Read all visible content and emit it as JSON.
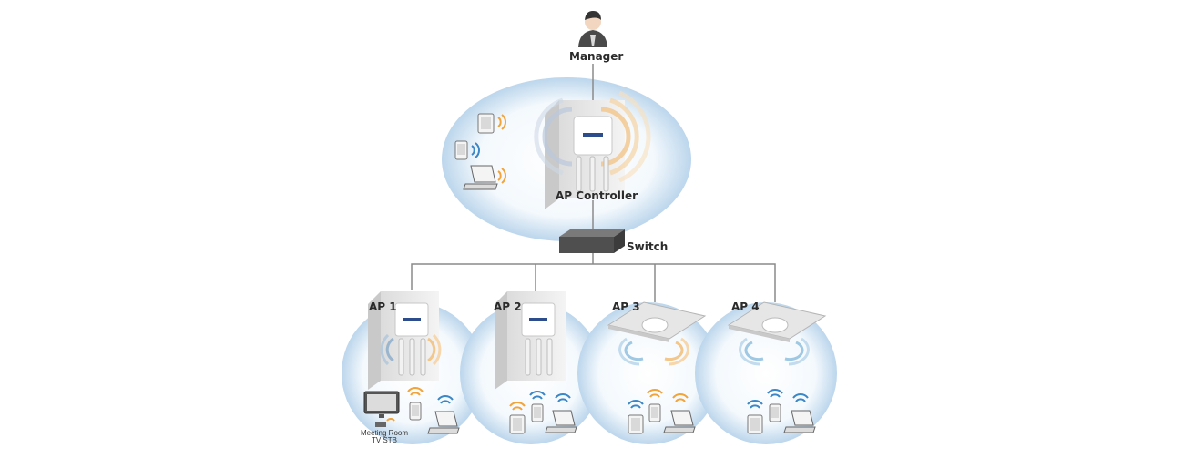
{
  "labels": {
    "manager": "Manager",
    "ap_controller": "AP Controller",
    "switch": "Switch",
    "ap1": "AP 1",
    "ap2": "AP 2",
    "ap3": "AP 3",
    "ap4": "AP 4",
    "meeting_room_line1": "Meeting Room",
    "meeting_room_line2": "TV STB"
  },
  "colors": {
    "bubble_center": "#ffffff",
    "bubble_edge": "#bcd6ec",
    "wifi_orange": "#f2a33a",
    "wifi_blue": "#3b86c6",
    "wire": "#8a8a8a",
    "switch_body": "#5a5a5a"
  },
  "icons": {
    "manager": "person-icon",
    "controller": "wall-access-point-icon",
    "switch": "network-switch-icon",
    "ceiling_ap": "ceiling-access-point-icon",
    "tablet": "tablet-icon",
    "phone": "phone-icon",
    "laptop": "laptop-icon",
    "tv": "tv-icon",
    "wifi": "wifi-icon"
  }
}
